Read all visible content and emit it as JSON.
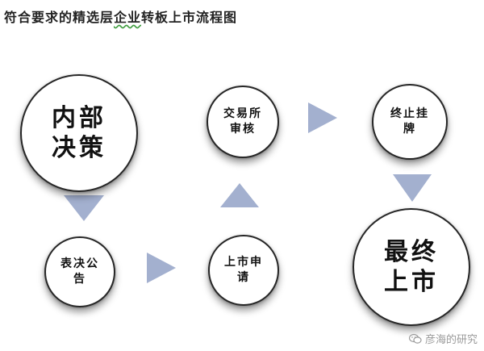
{
  "title": {
    "prefix": "符合要求的精选层",
    "underlined": "企业",
    "suffix": "转板上市流程图"
  },
  "nodes": {
    "internal_decision": "内部决策",
    "resolution_announcement": "表决公告",
    "listing_application": "上市申请",
    "exchange_review": "交易所审核",
    "delisting": "终止挂牌",
    "final_listing": "最终上市"
  },
  "colors": {
    "arrow": "#a3b0cf",
    "node_border": "#262626"
  },
  "watermark": {
    "text": "彦海的研究",
    "icon": "wechat-icon"
  }
}
